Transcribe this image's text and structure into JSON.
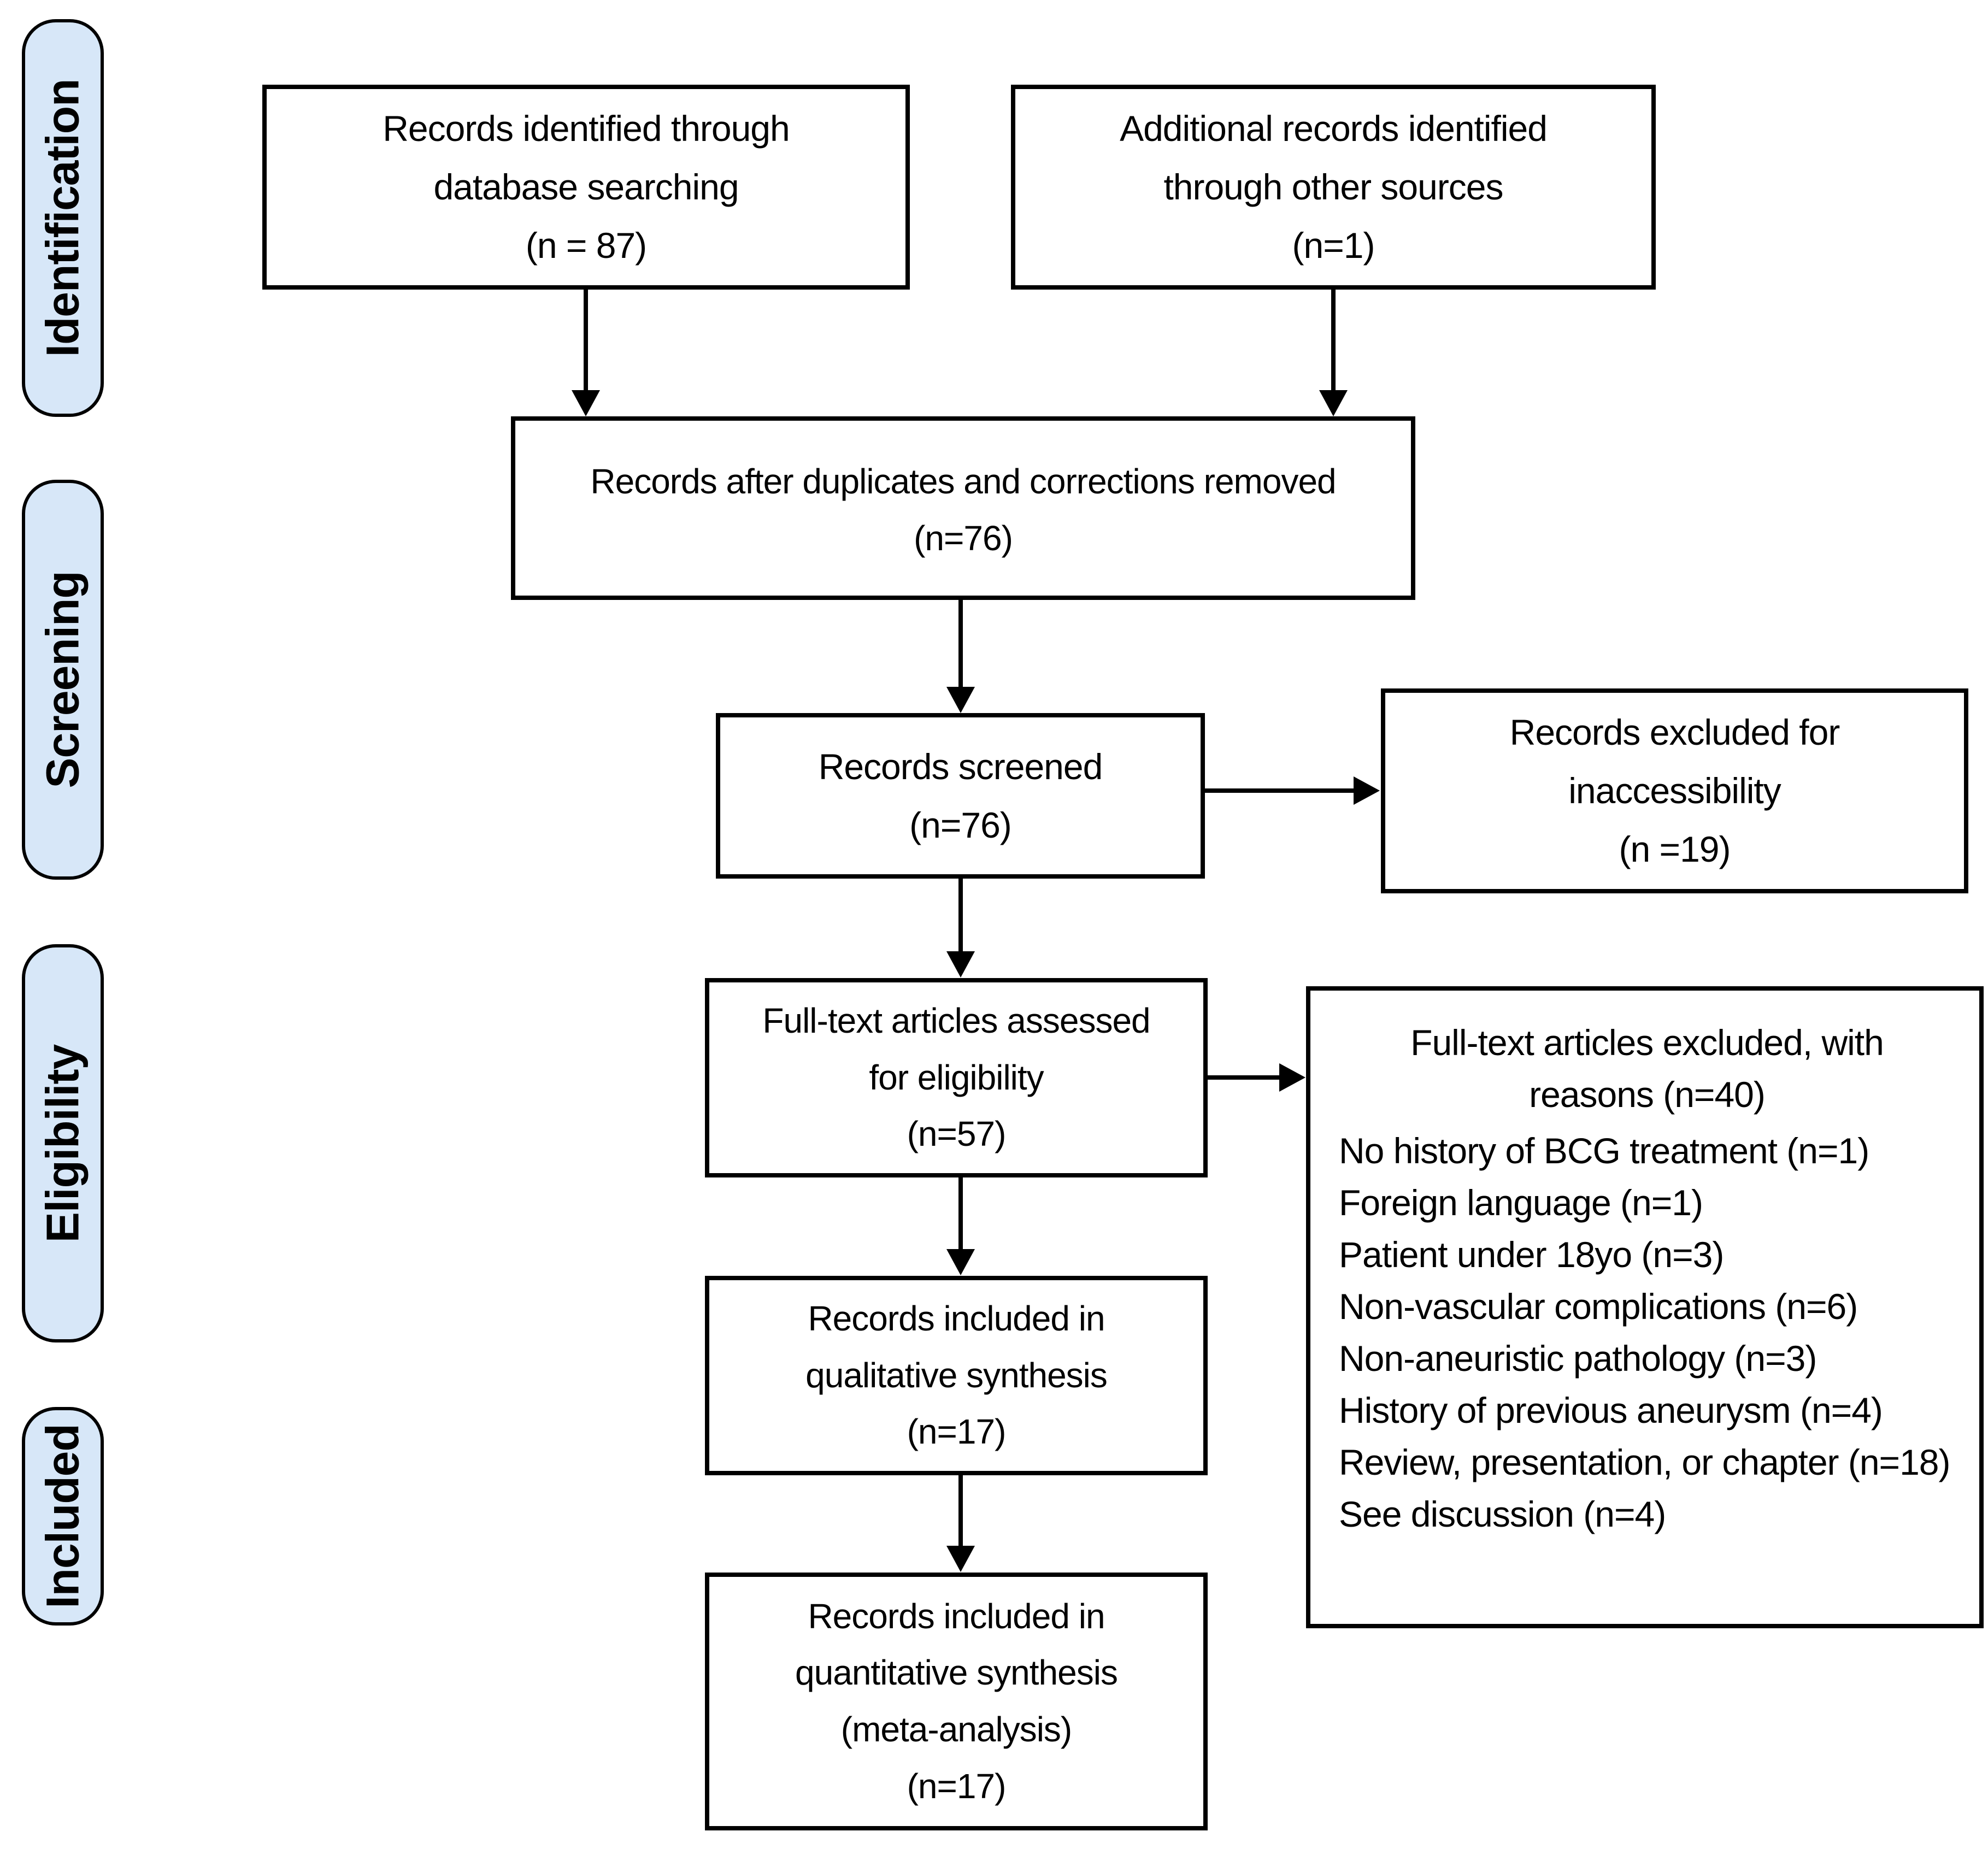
{
  "title": "PRISMA flow diagram",
  "colors": {
    "stage_fill": "#d7e7f8",
    "stage_border": "#000000",
    "box_border": "#000000",
    "arrow": "#000000",
    "background": "#ffffff"
  },
  "sidebar": {
    "items": [
      {
        "label": "Identification"
      },
      {
        "label": "Screening"
      },
      {
        "label": "Eligibility"
      },
      {
        "label": "Included"
      }
    ]
  },
  "boxes": {
    "identified": "Records identified through\ndatabase searching\n(n = 87)",
    "additional": "Additional records identified\nthrough other sources\n(n=1)",
    "after_duplicates": "Records after duplicates and corrections removed\n(n=76)",
    "screened": "Records screened\n(n=76)",
    "excluded_inaccessibility": "Records excluded for\ninaccessibility\n(n =19)",
    "fulltext_assessed": "Full-text articles assessed\nfor eligibility\n(n=57)",
    "fulltext_excluded": {
      "header": "Full-text articles excluded, with\nreasons (n=40)",
      "reasons": [
        "No history of BCG treatment (n=1)",
        "Foreign language (n=1)",
        "Patient under 18yo (n=3)",
        "Non-vascular complications (n=6)",
        "Non-aneuristic pathology (n=3)",
        "History of previous aneurysm (n=4)",
        "Review, presentation, or chapter (n=18)",
        "See discussion (n=4)"
      ]
    },
    "qualitative": "Records included in\nqualitative synthesis\n(n=17)",
    "quantitative": "Records included in\nquantitative synthesis\n(meta-analysis)\n(n=17)"
  }
}
